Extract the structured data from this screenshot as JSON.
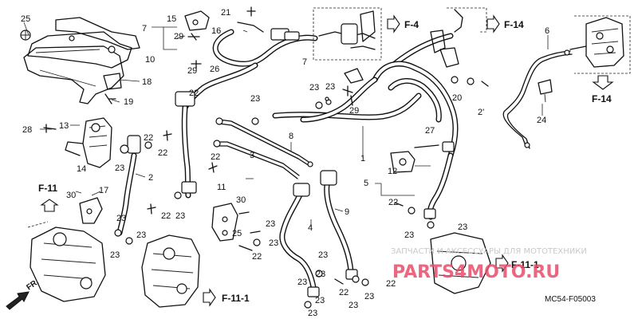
{
  "diagram_code": "MC54-F05003",
  "direction_label": "FR.",
  "watermark": {
    "line1": "ЗАПЧАСТИ И АКСЕССУАРЫ ДЛЯ МОТОТЕХНИКИ",
    "line2": "PARTS4MOTO.RU"
  },
  "callouts": [
    "25",
    "15",
    "7",
    "29",
    "10",
    "21",
    "16",
    "6",
    "18",
    "19",
    "26",
    "23",
    "13",
    "28",
    "22",
    "8",
    "20",
    "2",
    "27",
    "12",
    "5",
    "11",
    "30",
    "17",
    "9",
    "4",
    "24",
    "1",
    "3",
    "14",
    "2'"
  ],
  "refs": {
    "f4": "F-4",
    "f14_top": "F-14",
    "f14_right": "F-14",
    "f11_left": "F-11",
    "f11_1_bottom": "F-11-1",
    "f11_1_right": "F-11-1"
  }
}
